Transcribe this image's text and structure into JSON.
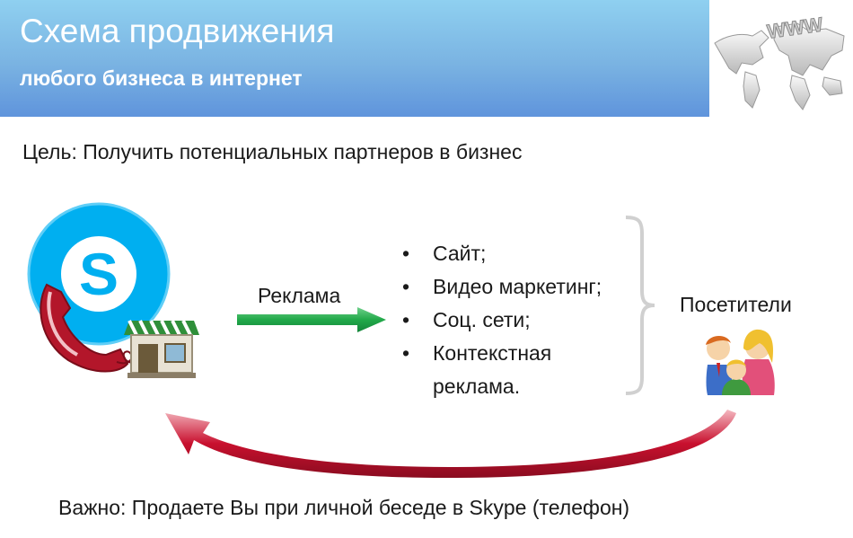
{
  "header": {
    "title": "Схема продвижения",
    "subtitle": "любого бизнеса в интернет",
    "www_text": "WWW"
  },
  "goal_text": "Цель: Получить потенциальных партнеров в бизнес",
  "flow": {
    "source_icon": "skype-phone-shop-icon",
    "arrow_label": "Реклама",
    "channels": [
      "Сайт;",
      "Видео маркетинг;",
      "Соц. сети;",
      "Контекстная реклама."
    ],
    "target_label": "Посетители",
    "target_icon": "people-icon"
  },
  "note_text": "Важно: Продаете Вы при личной беседе в Skype (телефон)",
  "colors": {
    "banner_top": "#8fd0f0",
    "banner_bottom": "#5f94dc",
    "skype_blue": "#00aff0",
    "phone_red": "#b3162a",
    "arrow_green": "#22a94a",
    "return_arrow_red": "#c8102e"
  }
}
